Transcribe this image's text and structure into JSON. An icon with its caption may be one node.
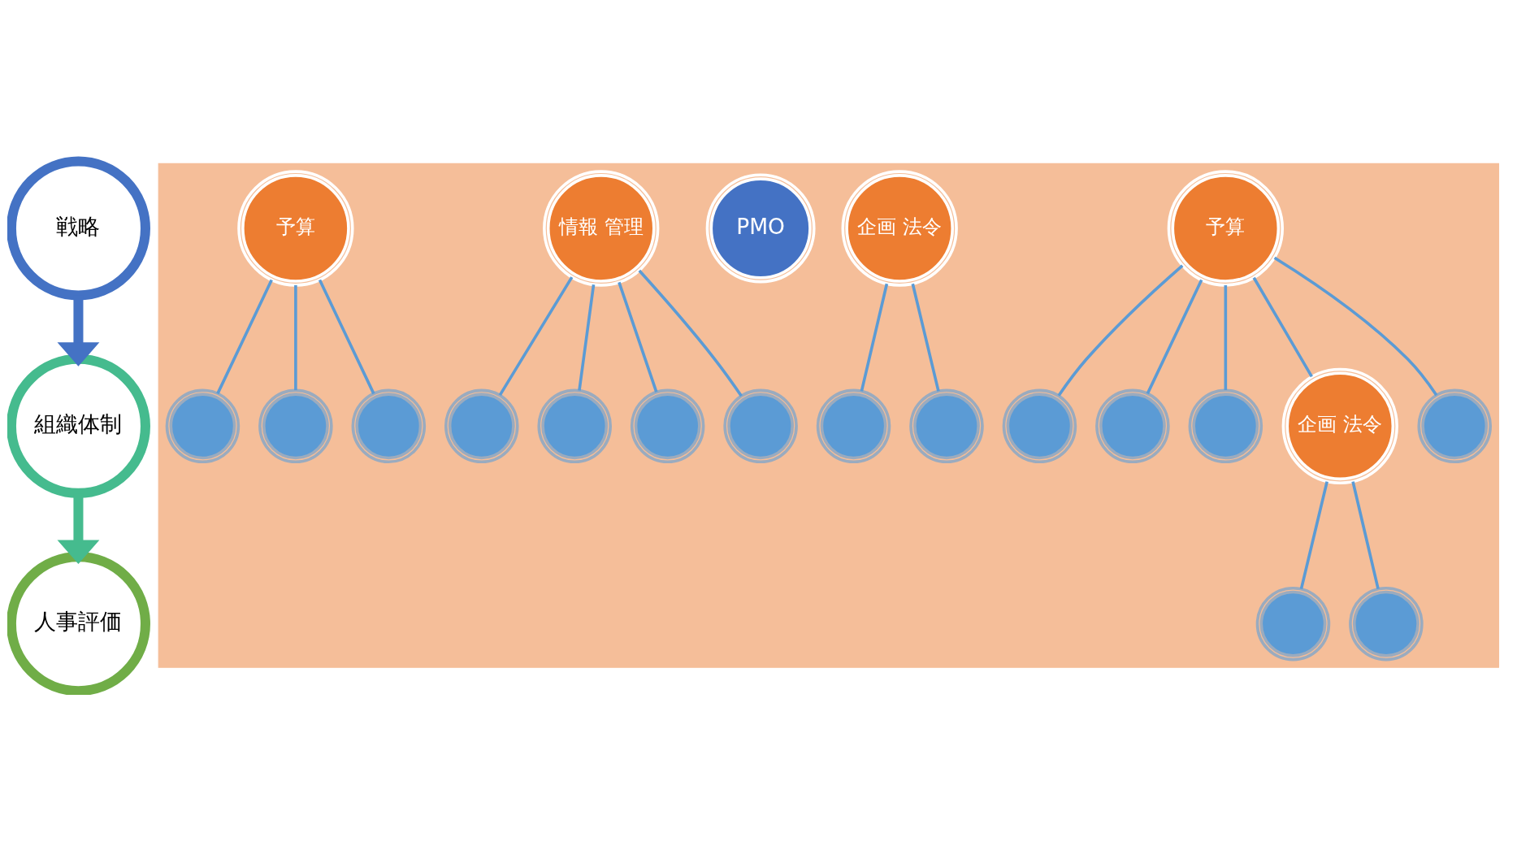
{
  "diagram": {
    "nodes": [
      {
        "text": [
          "戦略"
        ]
      },
      {
        "text": [
          "組織体制"
        ]
      },
      {
        "text": [
          "人事評価"
        ]
      },
      {
        "text": [],
        "shape": "box"
      },
      {
        "text": [],
        "shape": "circle",
        "in": 3
      },
      {
        "text": [],
        "shape": "circle",
        "in": 3
      },
      {
        "text": [],
        "shape": "circle",
        "in": 3
      },
      {
        "text": [],
        "shape": "circle",
        "in": 3
      },
      {
        "text": [],
        "shape": "circle",
        "in": 3
      },
      {
        "text": [
          "予算"
        ],
        "in": 3
      },
      {
        "text": [
          "企画 法令"
        ],
        "in": 3
      },
      {
        "text": [],
        "shape": "circle",
        "in": 3
      },
      {
        "text": [],
        "shape": "circle",
        "in": 3
      },
      {
        "text": [],
        "shape": "circle",
        "in": 3
      },
      {
        "text": [
          "企画 法令"
        ],
        "in": 3
      },
      {
        "text": [],
        "shape": "circle",
        "in": 3
      },
      {
        "text": [
          "PMO"
        ],
        "in": 3
      },
      {
        "text": [],
        "shape": "circle",
        "in": 3
      },
      {
        "text": [
          "情報 管理"
        ],
        "in": 3
      },
      {
        "text": [],
        "shape": "circle",
        "in": 3
      },
      {
        "text": [
          "予算"
        ],
        "in": 3
      },
      {
        "text": [],
        "shape": "circle",
        "in": 3
      },
      {
        "text": [],
        "shape": "circle",
        "in": 3
      },
      {
        "text": [],
        "shape": "circle",
        "in": 3
      },
      {
        "text": [],
        "shape": "circle",
        "in": 3
      }
    ],
    "edges": [
      {
        "from": 0,
        "to": 1,
        "arrow": "to",
        "style": "thick",
        "color": "#4472c4"
      },
      {
        "from": 1,
        "to": 2,
        "arrow": "to",
        "style": "thick",
        "color": "#45bb8e"
      },
      {
        "from": 9,
        "to": 4,
        "arrow": "none"
      },
      {
        "from": 9,
        "to": 5,
        "arrow": "none"
      },
      {
        "from": 9,
        "to": 8,
        "arrow": "none"
      },
      {
        "from": 9,
        "to": 11,
        "arrow": "none"
      },
      {
        "from": 9,
        "to": 10,
        "arrow": "none"
      },
      {
        "from": 10,
        "to": 6,
        "arrow": "none"
      },
      {
        "from": 10,
        "to": 7,
        "arrow": "none"
      },
      {
        "from": 14,
        "to": 12,
        "arrow": "none"
      },
      {
        "from": 14,
        "to": 13,
        "arrow": "none"
      },
      {
        "from": 18,
        "to": 15,
        "arrow": "none"
      },
      {
        "from": 18,
        "to": 17,
        "arrow": "none"
      },
      {
        "from": 18,
        "to": 21,
        "arrow": "none"
      },
      {
        "from": 18,
        "to": 22,
        "arrow": "none"
      },
      {
        "from": 20,
        "to": 19,
        "arrow": "none"
      },
      {
        "from": 20,
        "to": 23,
        "arrow": "none"
      },
      {
        "from": 20,
        "to": 24,
        "arrow": "none"
      }
    ]
  }
}
